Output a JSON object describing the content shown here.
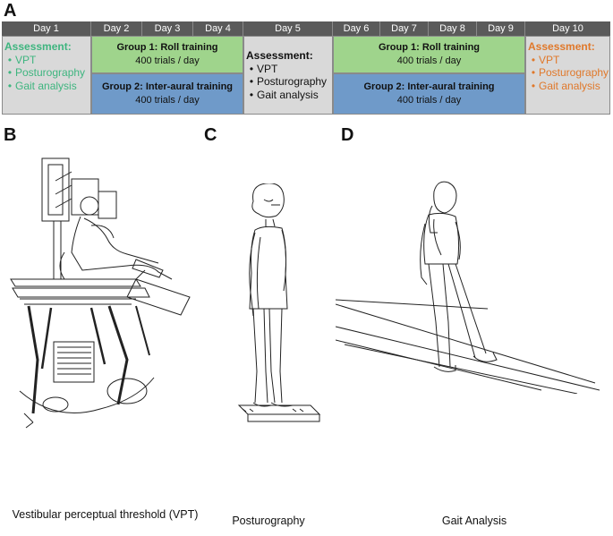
{
  "panels": {
    "a": "A",
    "b": "B",
    "c": "C",
    "d": "D"
  },
  "timeline": {
    "days": [
      "Day 1",
      "Day 2",
      "Day 3",
      "Day 4",
      "Day 5",
      "Day 6",
      "Day 7",
      "Day 8",
      "Day 9",
      "Day 10"
    ],
    "group1": {
      "title": "Group 1: Roll training",
      "trials": "400 trials / day"
    },
    "group2": {
      "title": "Group 2: Inter-aural training",
      "trials": "400 trials / day"
    },
    "assessment": {
      "title": "Assessment:",
      "items": [
        "VPT",
        "Posturography",
        "Gait analysis"
      ]
    },
    "colors": {
      "header": "#5a5a5a",
      "assessment_bg": "#d9d9d9",
      "group1_bg": "#9fd48c",
      "group2_bg": "#6f9ac9",
      "day1_text": "#3eb57f",
      "day5_text": "#111111",
      "day10_text": "#e0782a"
    }
  },
  "captions": {
    "vpt": "Vestibular perceptual threshold (VPT)",
    "posturography": "Posturography",
    "gait": "Gait Analysis"
  }
}
